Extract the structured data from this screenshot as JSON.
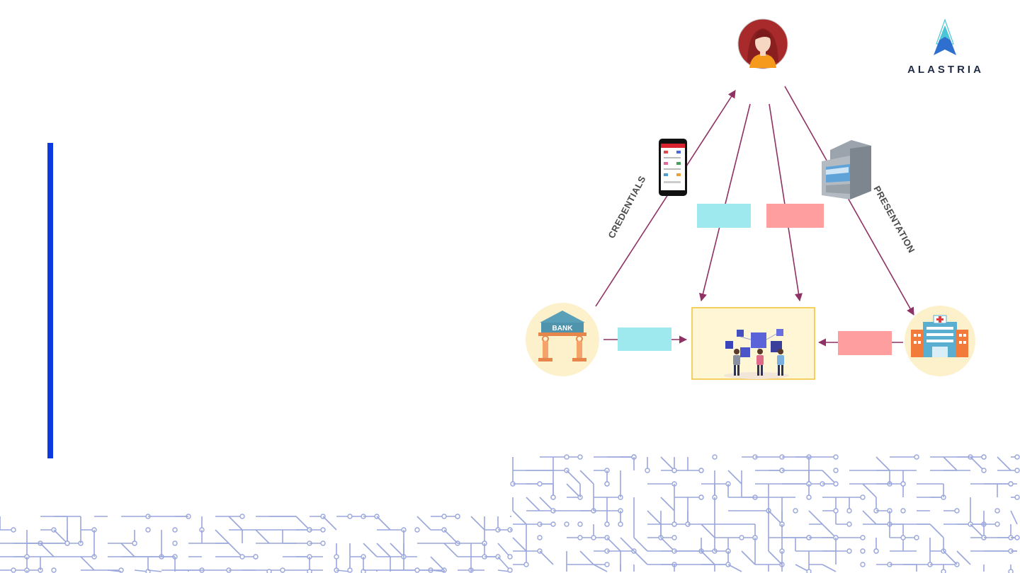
{
  "logo": {
    "text": "ALASTRIA",
    "icon": "alastria-a-icon"
  },
  "diagram": {
    "credentials_label": "CREDENTIALS",
    "presentation_label": "PRESENTATION",
    "bank_sign": "BANK"
  },
  "colors": {
    "accent_bar": "#0b3be0",
    "arrow": "#8e3164",
    "tag_cyan": "#9ee9ee",
    "tag_pink": "#ff9e9e",
    "circle_bg": "#fdf1cc",
    "blockchain_bg": "#fff6d6",
    "blockchain_border": "#f2c230",
    "circuit": "#9aa7dc"
  }
}
